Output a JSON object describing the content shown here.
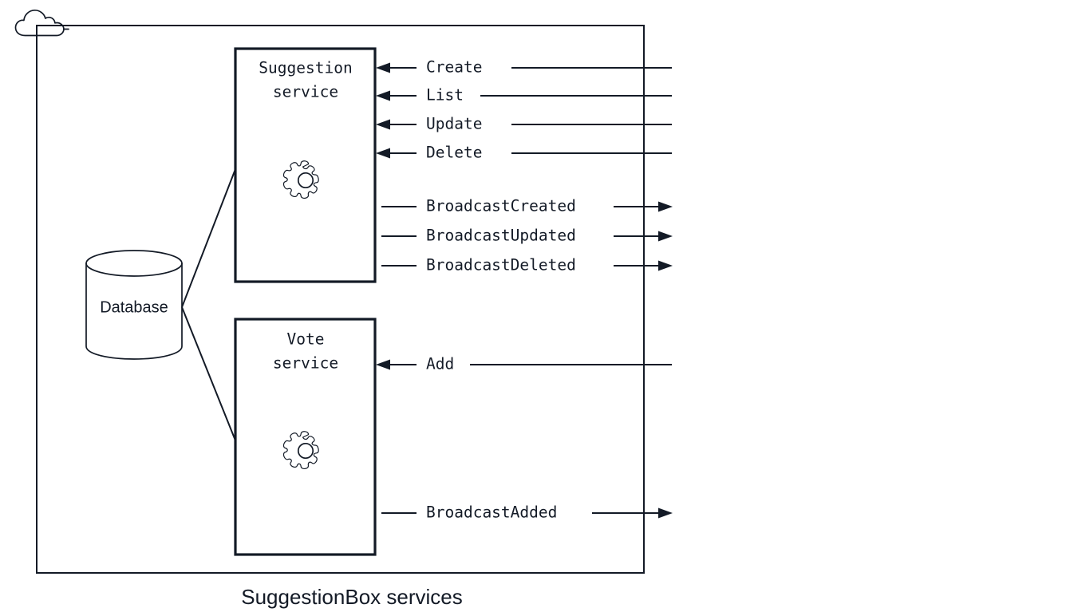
{
  "diagram": {
    "caption": "SuggestionBox services",
    "boundary_name": "cloud-boundary",
    "datastore": {
      "label": "Database",
      "icon": "cylinder-icon"
    },
    "cloud": {
      "icon": "cloud-icon"
    },
    "services": [
      {
        "id": "suggestion-service",
        "title_line1": "Suggestion",
        "title_line2": "service",
        "icon": "gear-icon",
        "inbound": [
          {
            "label": "Create"
          },
          {
            "label": "List"
          },
          {
            "label": "Update"
          },
          {
            "label": "Delete"
          }
        ],
        "outbound": [
          {
            "label": "BroadcastCreated"
          },
          {
            "label": "BroadcastUpdated"
          },
          {
            "label": "BroadcastDeleted"
          }
        ]
      },
      {
        "id": "vote-service",
        "title_line1": "Vote",
        "title_line2": "service",
        "icon": "gear-icon",
        "inbound": [
          {
            "label": "Add"
          }
        ],
        "outbound": [
          {
            "label": "BroadcastAdded"
          }
        ]
      }
    ],
    "colors": {
      "ink": "#131a26",
      "background": "#ffffff"
    }
  }
}
